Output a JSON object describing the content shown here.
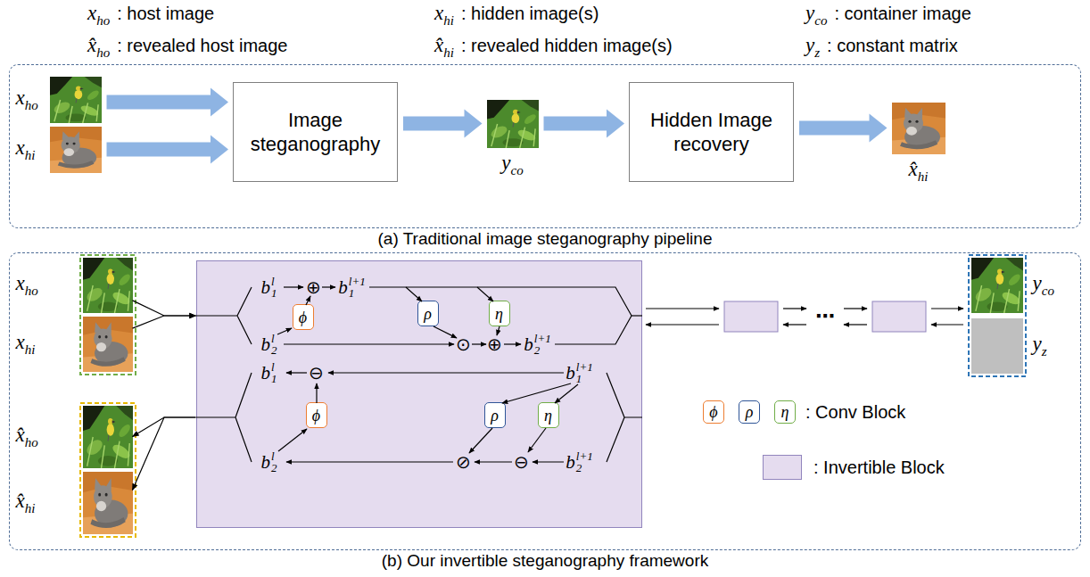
{
  "diagram": {
    "nodes": [
      {
        "text": [
          "(a) Traditional image steganography pipeline"
        ]
      },
      {
        "text": [
          "x",
          "ho"
        ],
        "in": 0
      },
      {
        "text": [
          "x",
          "hi"
        ],
        "in": 0
      },
      {
        "text": [
          "Image steganography"
        ],
        "in": 0
      },
      {
        "text": [
          "y",
          "co"
        ],
        "in": 0
      },
      {
        "text": [
          "Hidden Image recovery"
        ],
        "in": 0
      },
      {
        "text": [
          "x̂",
          "hi"
        ],
        "in": 0
      },
      {
        "text": [
          "(b) Our invertible steganography framework"
        ]
      },
      {
        "text": [
          "x",
          "ho"
        ],
        "in": 7
      },
      {
        "text": [
          "x",
          "hi"
        ],
        "in": 7
      },
      {
        "text": [
          "x̂",
          "ho"
        ],
        "in": 7
      },
      {
        "text": [
          "x̂",
          "hi"
        ],
        "in": 7
      },
      {
        "text": [
          "b",
          "1",
          "l",
          "⊕",
          "b",
          "1",
          "l+1",
          "b",
          "2",
          "l",
          "⊙",
          "⊕",
          "b",
          "2",
          "l+1",
          "b",
          "1",
          "l",
          "⊖",
          "b",
          "1",
          "l+1",
          "b",
          "2",
          "l",
          "⊘",
          "⊖",
          "b",
          "2",
          "l+1"
        ],
        "in": 7
      },
      {
        "text": [
          "ϕ"
        ],
        "in": 12
      },
      {
        "text": [
          "ρ"
        ],
        "in": 12
      },
      {
        "text": [
          "η"
        ],
        "in": 12
      },
      {
        "text": [
          "ϕ"
        ],
        "in": 12
      },
      {
        "text": [
          "ρ"
        ],
        "in": 12
      },
      {
        "text": [
          "η"
        ],
        "in": 12
      },
      {
        "text": [
          "y",
          "co"
        ],
        "in": 7
      },
      {
        "text": [
          "y",
          "z"
        ],
        "in": 7
      }
    ],
    "edges": [
      {
        "from": 1,
        "to": 3,
        "arrow": "to"
      },
      {
        "from": 2,
        "to": 3,
        "arrow": "to"
      },
      {
        "from": 3,
        "to": 4,
        "arrow": "to"
      },
      {
        "from": 4,
        "to": 5,
        "arrow": "to"
      },
      {
        "from": 5,
        "to": 6,
        "arrow": "to"
      },
      {
        "from": 8,
        "to": 12,
        "arrow": "to"
      },
      {
        "from": 9,
        "to": 12,
        "arrow": "to"
      },
      {
        "from": 12,
        "to": 10,
        "arrow": "to"
      },
      {
        "from": 12,
        "to": 11,
        "arrow": "to"
      }
    ],
    "labels": [
      "x",
      "ho",
      ": host image",
      "x",
      "hi",
      ": hidden image(s)",
      "y",
      "co",
      ": container image",
      "x̂",
      "ho",
      ": revealed host image",
      "x̂",
      "hi",
      ": revealed hidden image(s)",
      "y",
      "z",
      ": constant matrix",
      "⋯",
      "ϕ",
      "ρ",
      "η"
    ],
    "legend": [
      {
        "text": ": Conv Block"
      },
      {
        "text": ": Invertible Block",
        "color": "#e5dcef"
      }
    ]
  }
}
